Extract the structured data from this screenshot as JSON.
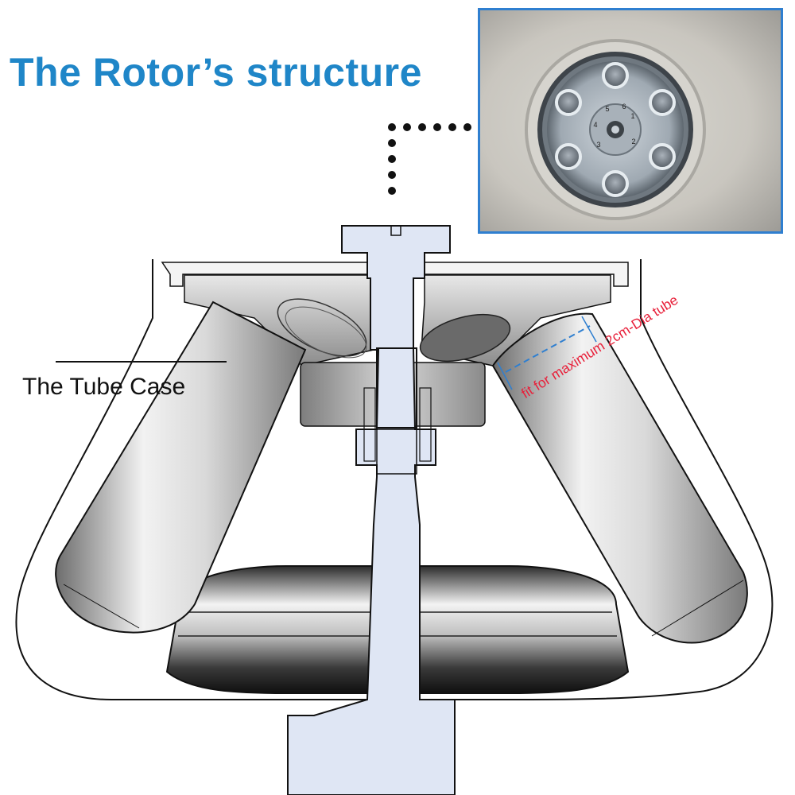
{
  "title": "The Rotor’s structure",
  "tube_case_label": "The Tube Case",
  "fit_label": "fit for maximum 2cm-Dia tube",
  "rotor_numbers": [
    "1",
    "2",
    "3",
    "4",
    "5",
    "6"
  ],
  "colors": {
    "title": "#1f86c8",
    "fit_label": "#e8203a",
    "photo_border": "#2f7fd0",
    "dimension_line": "#2f7fd0",
    "connector_dots": "#111111",
    "shaft": "#dfe6f4",
    "rotor_body": "#9a9a9a"
  }
}
